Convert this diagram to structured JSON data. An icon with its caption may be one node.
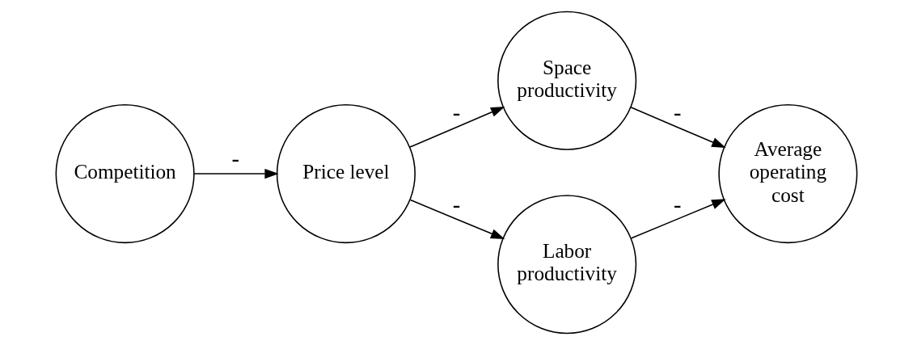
{
  "diagram": {
    "nodes": [
      {
        "text": [
          "Competition"
        ]
      },
      {
        "text": [
          "Price level"
        ]
      },
      {
        "text": [
          "Space productivity"
        ]
      },
      {
        "text": [
          "Labor productivity"
        ]
      },
      {
        "text": [
          "Average operating cost"
        ]
      }
    ],
    "edges": [
      {
        "from": 0,
        "to": 1,
        "arrow": "to",
        "label": "-"
      },
      {
        "from": 1,
        "to": 2,
        "arrow": "to",
        "label": "-"
      },
      {
        "from": 1,
        "to": 3,
        "arrow": "to",
        "label": "-"
      },
      {
        "from": 2,
        "to": 4,
        "arrow": "to",
        "label": "-"
      },
      {
        "from": 3,
        "to": 4,
        "arrow": "to",
        "label": "-"
      }
    ]
  }
}
